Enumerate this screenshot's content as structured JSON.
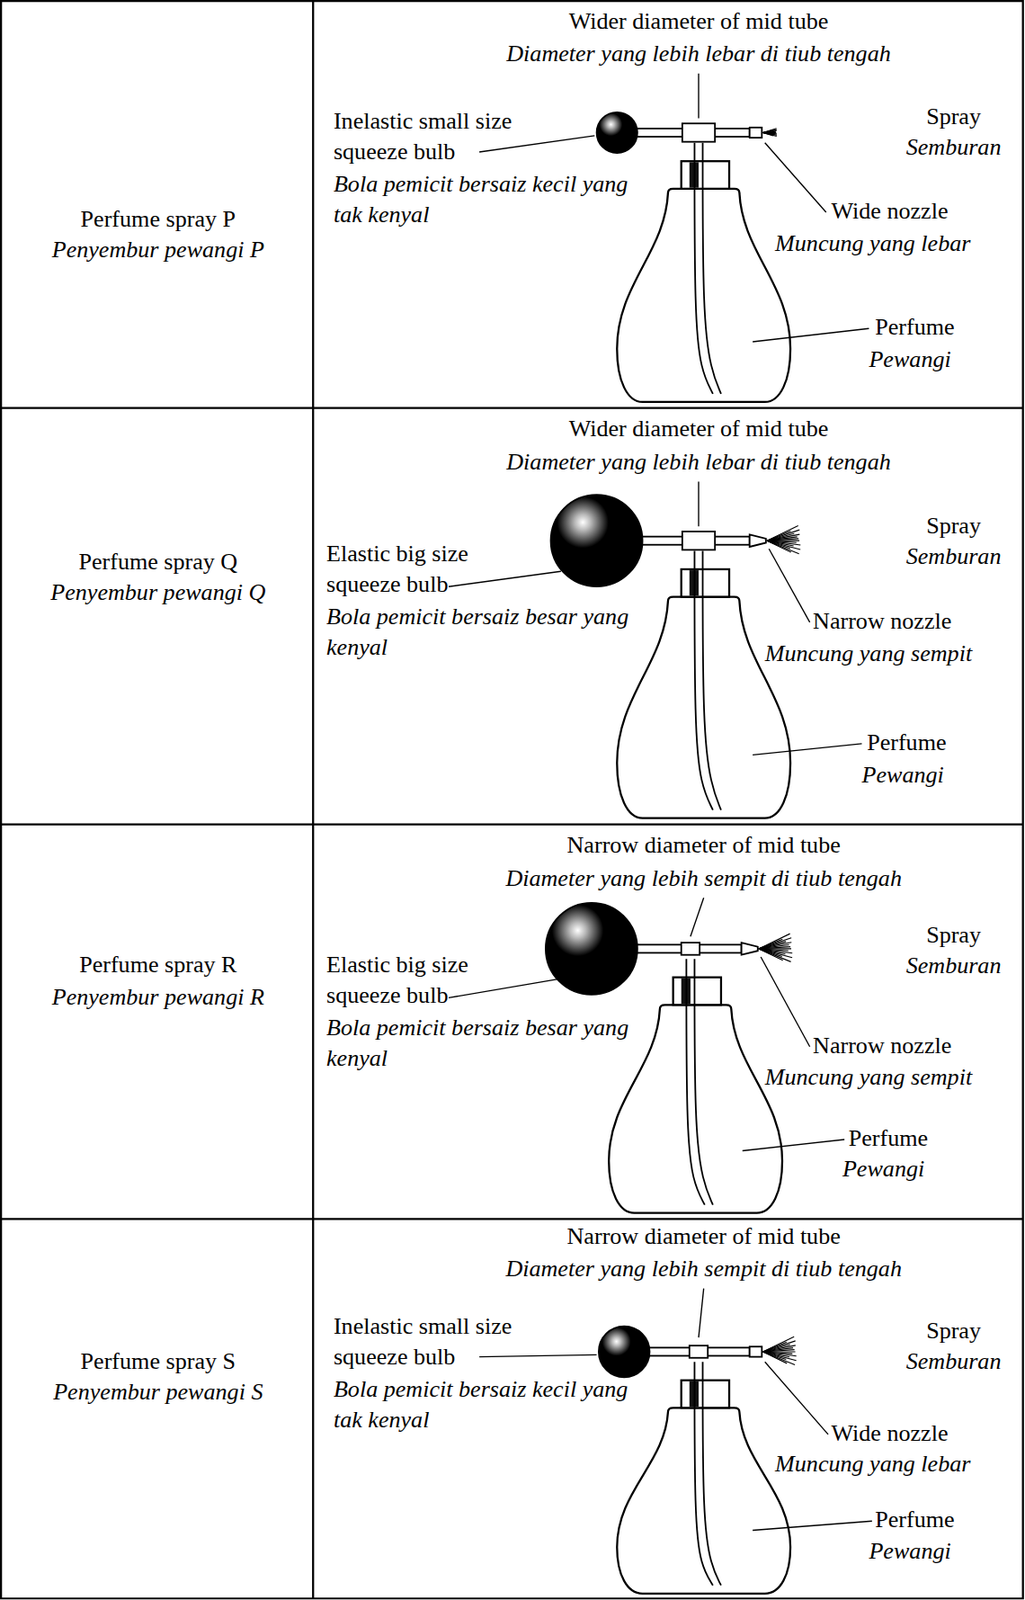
{
  "diagram": {
    "labels": [
      "Perfume spray P",
      "Penyembur pewangi P",
      "Wider diameter of mid tube",
      "Diameter yang lebih lebar di tiub tengah",
      "Inelastic small size squeeze bulb",
      "Bola pemicit bersaiz kecil yang tak kenyal",
      "Spray",
      "Semburan",
      "Wide nozzle",
      "Muncung yang lebar",
      "Perfume",
      "Pewangi",
      "Perfume spray Q",
      "Penyembur pewangi Q",
      "Wider diameter of mid tube",
      "Diameter yang lebih lebar di tiub tengah",
      "Elastic big size squeeze bulb",
      "Bola pemicit bersaiz besar yang kenyal",
      "Spray",
      "Semburan",
      "Narrow nozzle",
      "Muncung yang sempit",
      "Perfume",
      "Pewangi",
      "Perfume spray R",
      "Penyembur pewangi R",
      "Narrow diameter of mid tube",
      "Diameter yang lebih sempit di tiub tengah",
      "Elastic big size squeeze bulb",
      "Bola pemicit bersaiz besar yang kenyal",
      "Spray",
      "Semburan",
      "Narrow nozzle",
      "Muncung yang sempit",
      "Perfume",
      "Pewangi",
      "Perfume spray S",
      "Penyembur pewangi S",
      "Narrow diameter of mid tube",
      "Diameter yang lebih sempit di tiub tengah",
      "Inelastic small size squeeze bulb",
      "Bola pemicit bersaiz kecil yang tak kenyal",
      "Spray",
      "Semburan",
      "Wide nozzle",
      "Muncung yang lebar",
      "Perfume",
      "Pewangi"
    ]
  }
}
